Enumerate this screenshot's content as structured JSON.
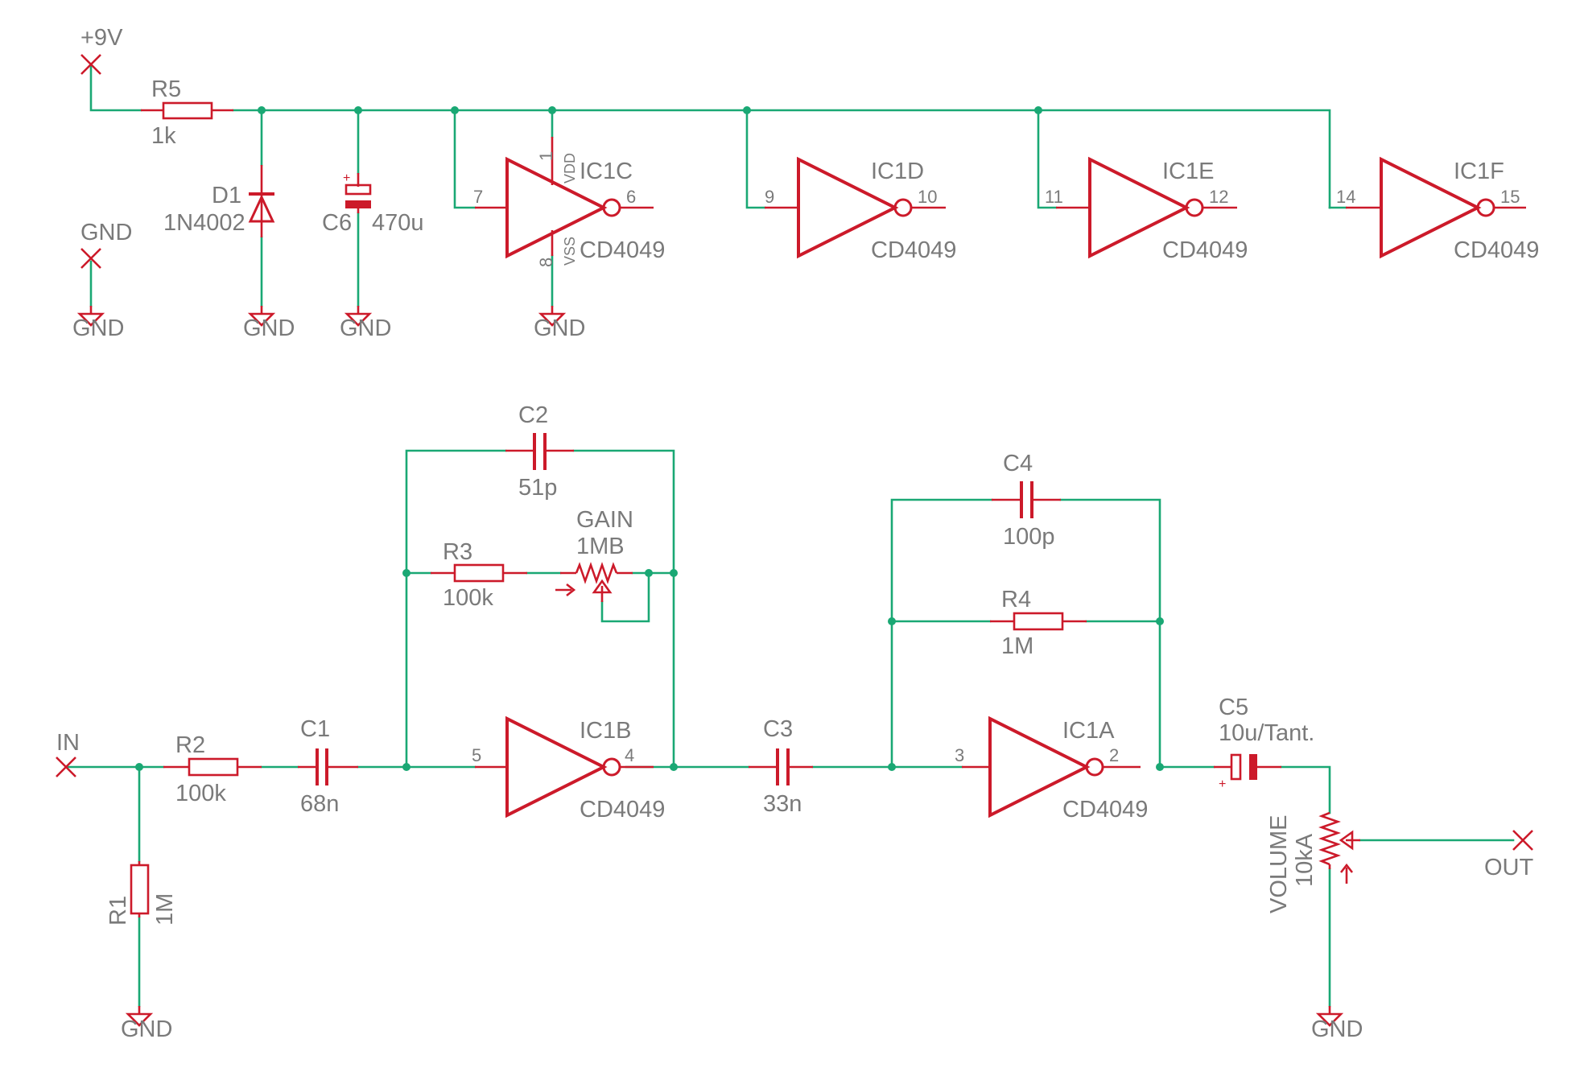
{
  "power": {
    "supply_label": "+9V",
    "gnd_port_label": "GND",
    "gnd_label": "GND",
    "r5": {
      "ref": "R5",
      "value": "1k"
    },
    "d1": {
      "ref": "D1",
      "value": "1N4002"
    },
    "c6": {
      "ref": "C6",
      "value": "470u"
    }
  },
  "inverters": {
    "ic1c": {
      "ref": "IC1C",
      "part": "CD4049",
      "pin_in": "7",
      "pin_out": "6",
      "pin_vdd": "1",
      "pin_vss": "8",
      "vdd": "VDD",
      "vss": "VSS"
    },
    "ic1d": {
      "ref": "IC1D",
      "part": "CD4049",
      "pin_in": "9",
      "pin_out": "10"
    },
    "ic1e": {
      "ref": "IC1E",
      "part": "CD4049",
      "pin_in": "11",
      "pin_out": "12"
    },
    "ic1f": {
      "ref": "IC1F",
      "part": "CD4049",
      "pin_in": "14",
      "pin_out": "15"
    },
    "ic1b": {
      "ref": "IC1B",
      "part": "CD4049",
      "pin_in": "5",
      "pin_out": "4"
    },
    "ic1a": {
      "ref": "IC1A",
      "part": "CD4049",
      "pin_in": "3",
      "pin_out": "2"
    }
  },
  "signal": {
    "in_label": "IN",
    "out_label": "OUT",
    "r1": {
      "ref": "R1",
      "value": "1M"
    },
    "r2": {
      "ref": "R2",
      "value": "100k"
    },
    "c1": {
      "ref": "C1",
      "value": "68n"
    },
    "c2": {
      "ref": "C2",
      "value": "51p"
    },
    "r3": {
      "ref": "R3",
      "value": "100k"
    },
    "gain": {
      "ref": "GAIN",
      "value": "1MB"
    },
    "c3": {
      "ref": "C3",
      "value": "33n"
    },
    "c4": {
      "ref": "C4",
      "value": "100p"
    },
    "r4": {
      "ref": "R4",
      "value": "1M"
    },
    "c5": {
      "ref": "C5",
      "value": "10u/Tant."
    },
    "volume": {
      "ref": "VOLUME",
      "value": "10kA"
    },
    "c5_plus": "+",
    "c6_plus": "+"
  },
  "colors": {
    "wire": "#1aa874",
    "part": "#cc1a2a",
    "text": "#7a7a7a",
    "background": "#ffffff"
  }
}
